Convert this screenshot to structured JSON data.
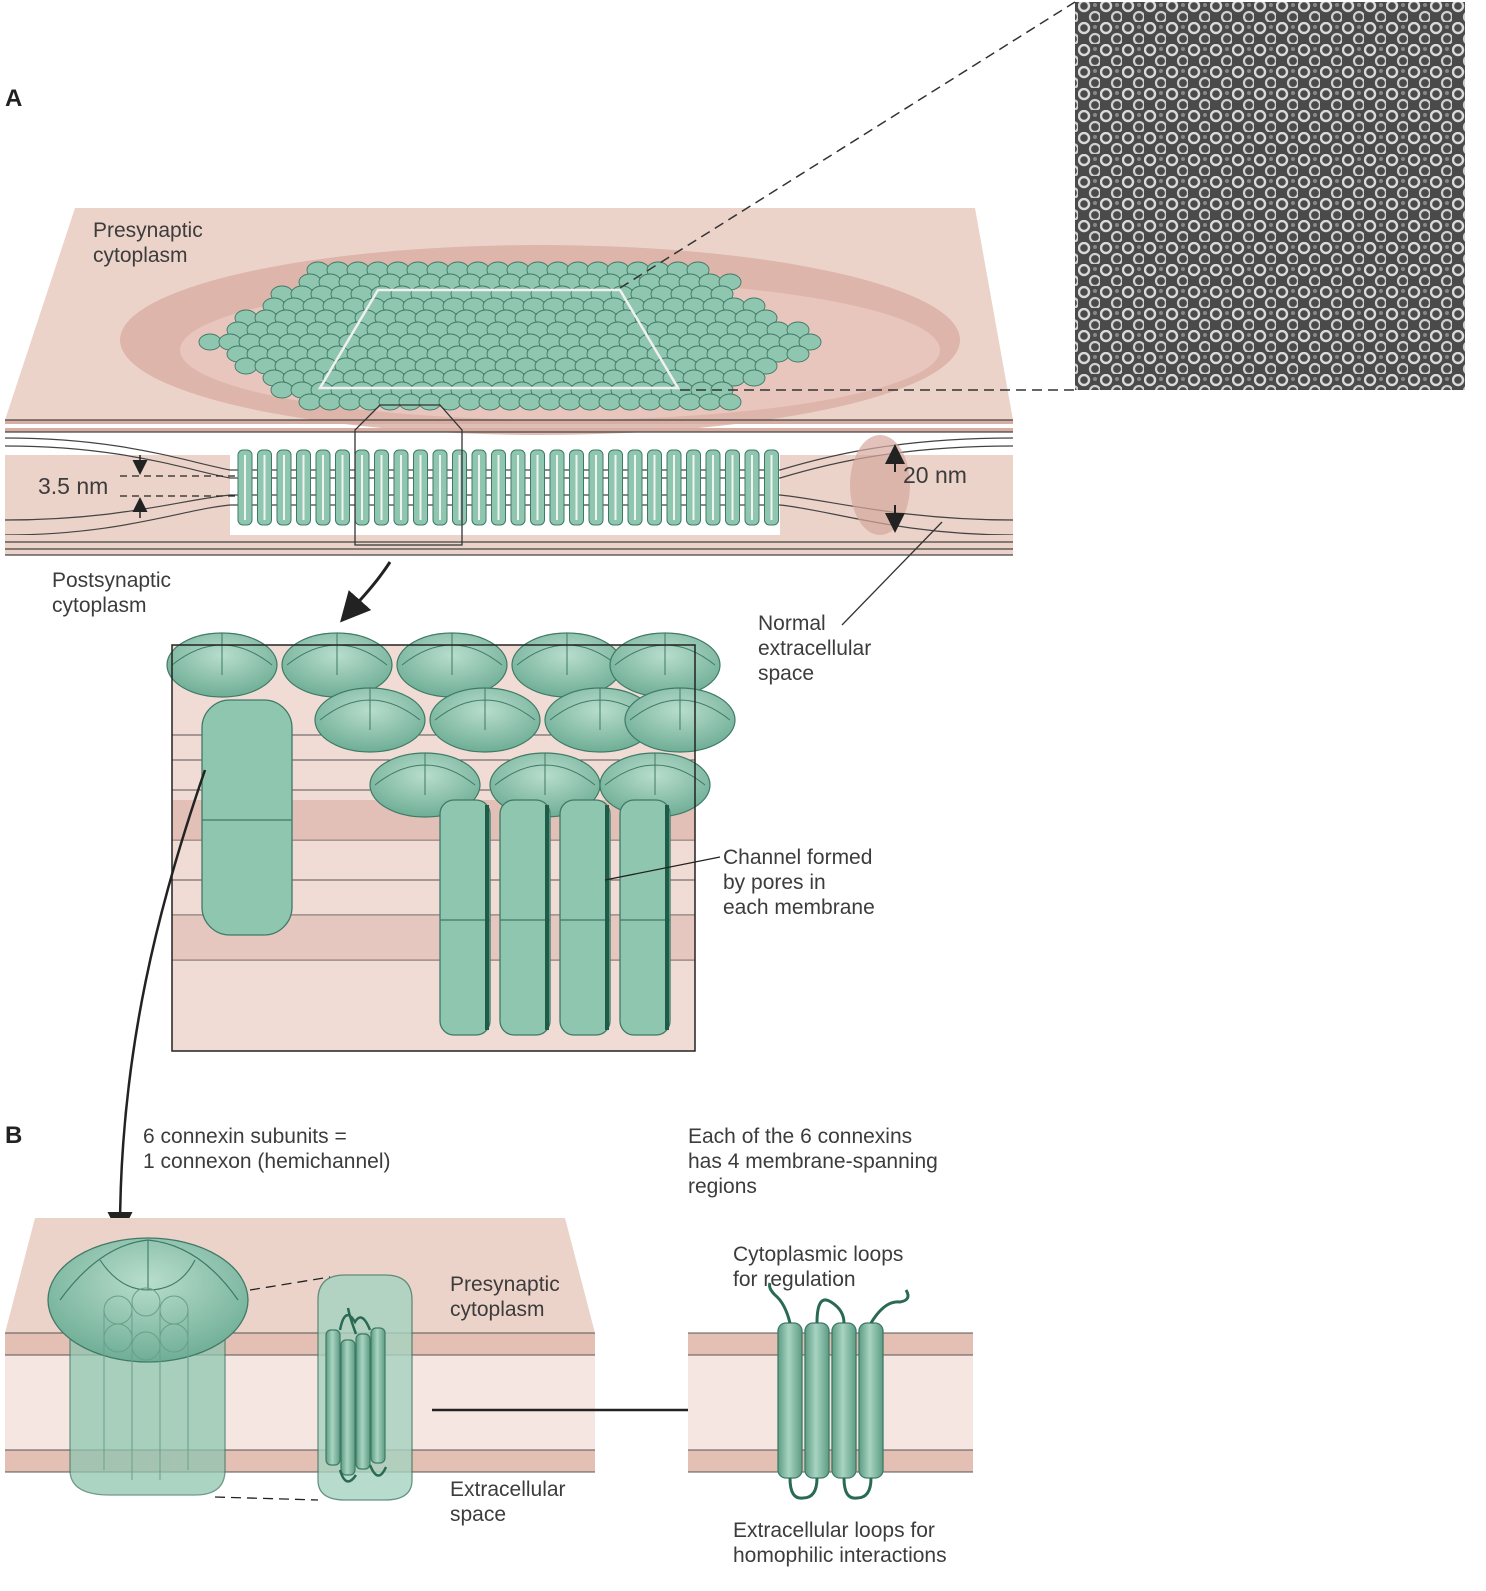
{
  "panels": {
    "a": "A",
    "b": "B"
  },
  "labels": {
    "presyn_top": "Presynaptic\ncytoplasm",
    "postsyn": "Postsynaptic\ncytoplasm",
    "gap_3_5": "3.5 nm",
    "gap_20": "20 nm",
    "normal_ecs": "Normal\nextracellular\nspace",
    "channel_formed": "Channel formed\nby pores in\neach membrane",
    "connexon": "6 connexin subunits =\n1 connexon (hemichannel)",
    "each_connexin": "Each of the 6 connexins\nhas 4 membrane-spanning\nregions",
    "presyn_b": "Presynaptic\ncytoplasm",
    "extracellular_b": "Extracellular\nspace",
    "cyto_loops": "Cytoplasmic loops\nfor regulation",
    "extra_loops": "Extracellular loops for\nhomophilic interactions"
  },
  "colors": {
    "membrane": "#ecd3ca",
    "membrane_dark": "#d8aea3",
    "membrane_light": "#f5e6e1",
    "connexon": "#8fc6b0",
    "connexon_dark": "#3f7a66",
    "line": "#222222"
  }
}
